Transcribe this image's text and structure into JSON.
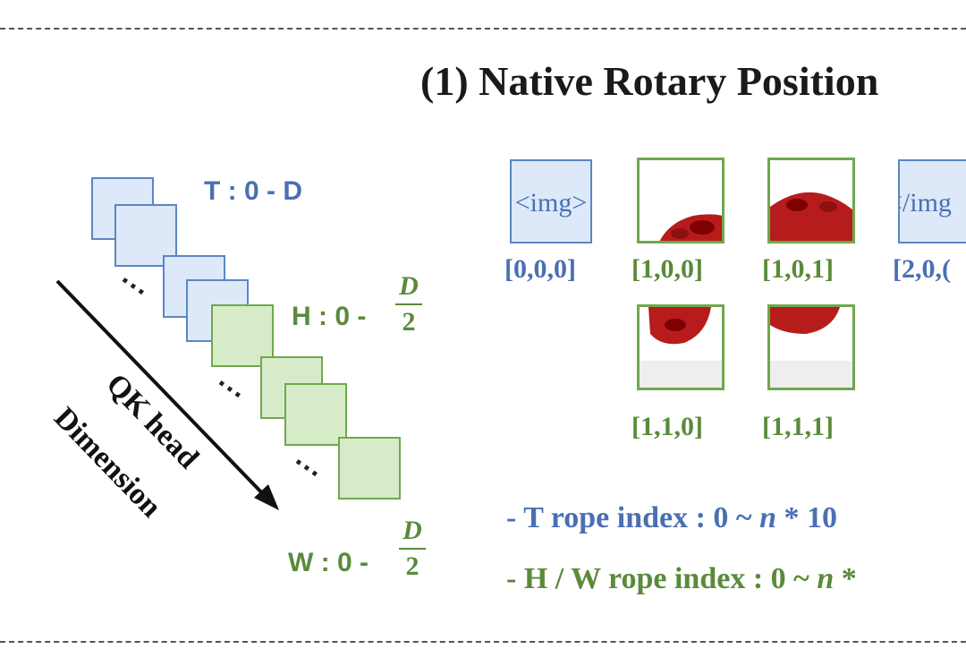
{
  "title": "(1) Native Rotary Position",
  "dims": {
    "t_label": "T : 0 - D",
    "h_label": "H : 0 -",
    "w_label": "W : 0 -",
    "frac_num": "D",
    "frac_den": "2",
    "axis_line1": "QK head",
    "axis_line2": "Dimension",
    "ellipsis": "..."
  },
  "tokens": {
    "img_open": "<img>",
    "img_close": "</img",
    "coords": [
      "[0,0,0]",
      "[1,0,0]",
      "[1,0,1]",
      "[2,0,(",
      "[1,1,0]",
      "[1,1,1]"
    ]
  },
  "rope": {
    "t_prefix": "- T rope index : 0 ~",
    "t_suffix": " * 10",
    "hw_prefix": "- H / W rope index : 0 ~",
    "hw_suffix": " *",
    "n": "n"
  },
  "colors": {
    "blue": "#4a6fb3",
    "green": "#5a8a3a",
    "red": "#b71c1c"
  }
}
